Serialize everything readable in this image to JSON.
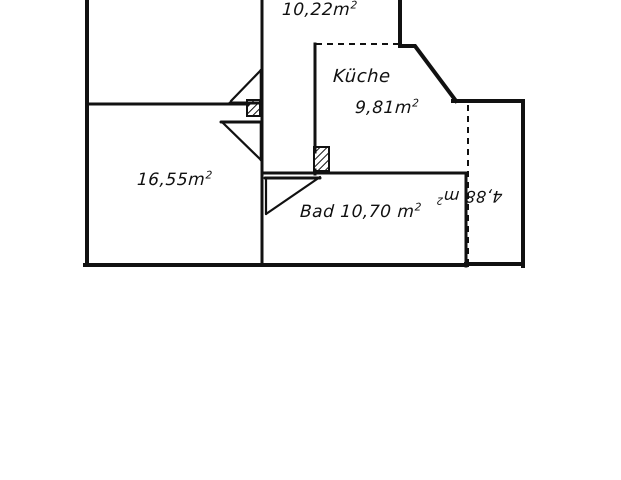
{
  "document": {
    "type": "floor-plan",
    "style": "hand-drawn-scan",
    "background_color": "#ffffff",
    "ink_color": "#111111"
  },
  "rooms": [
    {
      "id": "room-upper-right",
      "name": "",
      "area_label": "10,22m²",
      "area_value": 10.22,
      "unit": "m²"
    },
    {
      "id": "room-living",
      "name": "",
      "area_label": "16,55m²",
      "area_value": 16.55,
      "unit": "m²"
    },
    {
      "id": "room-kitchen",
      "name": "Küche",
      "area_label": "9,81m²",
      "area_value": 9.81,
      "unit": "m²"
    },
    {
      "id": "room-bath",
      "name": "Bad",
      "area_label": "10,70 m²",
      "area_value": 10.7,
      "unit": "m²"
    },
    {
      "id": "room-balcony",
      "name": "",
      "area_label": "4,88 m²",
      "area_value": 4.88,
      "unit": "m²",
      "rotated": true
    }
  ],
  "labels": {
    "upper_right_area": "10,22m",
    "upper_right_sup": "2",
    "living_area": "16,55m",
    "living_sup": "2",
    "kitchen_name": "Küche",
    "kitchen_area": "9,81m",
    "kitchen_sup": "2",
    "bath_text": "Bad  10,70 m",
    "bath_sup": "2",
    "balcony_text": "4,88 m",
    "balcony_sup": "2"
  },
  "features": {
    "doors": [
      {
        "id": "door-upper-left",
        "swing": "left-up"
      },
      {
        "id": "door-mid-left",
        "swing": "left-down"
      },
      {
        "id": "door-bath",
        "swing": "right-up"
      }
    ],
    "pillars": [
      {
        "id": "pillar-upper",
        "hatched": true
      },
      {
        "id": "pillar-lower",
        "hatched": true
      }
    ],
    "dashed_openings": [
      {
        "id": "opening-kitchen-top"
      },
      {
        "id": "opening-balcony-left"
      }
    ]
  }
}
